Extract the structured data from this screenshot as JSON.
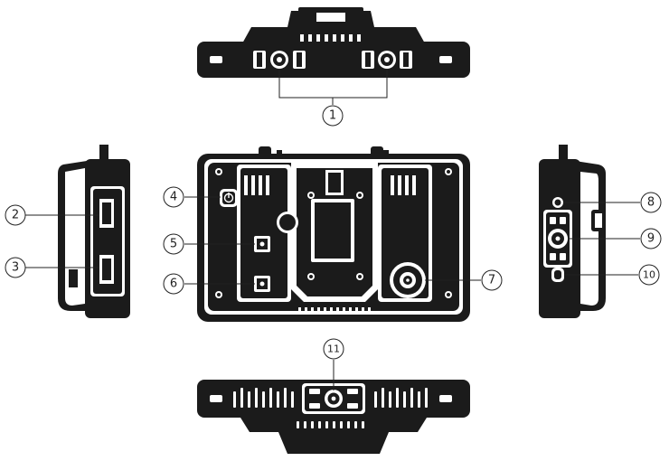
{
  "diagram": {
    "views": [
      "top-view",
      "left-side-view",
      "back-view",
      "right-side-view",
      "bottom-view"
    ],
    "callouts": {
      "c1": "1",
      "c2": "2",
      "c3": "3",
      "c4": "4",
      "c5": "5",
      "c6": "6",
      "c7": "7",
      "c8": "8",
      "c9": "9",
      "c10": "10",
      "c11": "11"
    },
    "colors": {
      "body": "#1b1b1b",
      "panel": "#2a2a2a",
      "detail": "#ffffff",
      "line": "#222222"
    }
  }
}
